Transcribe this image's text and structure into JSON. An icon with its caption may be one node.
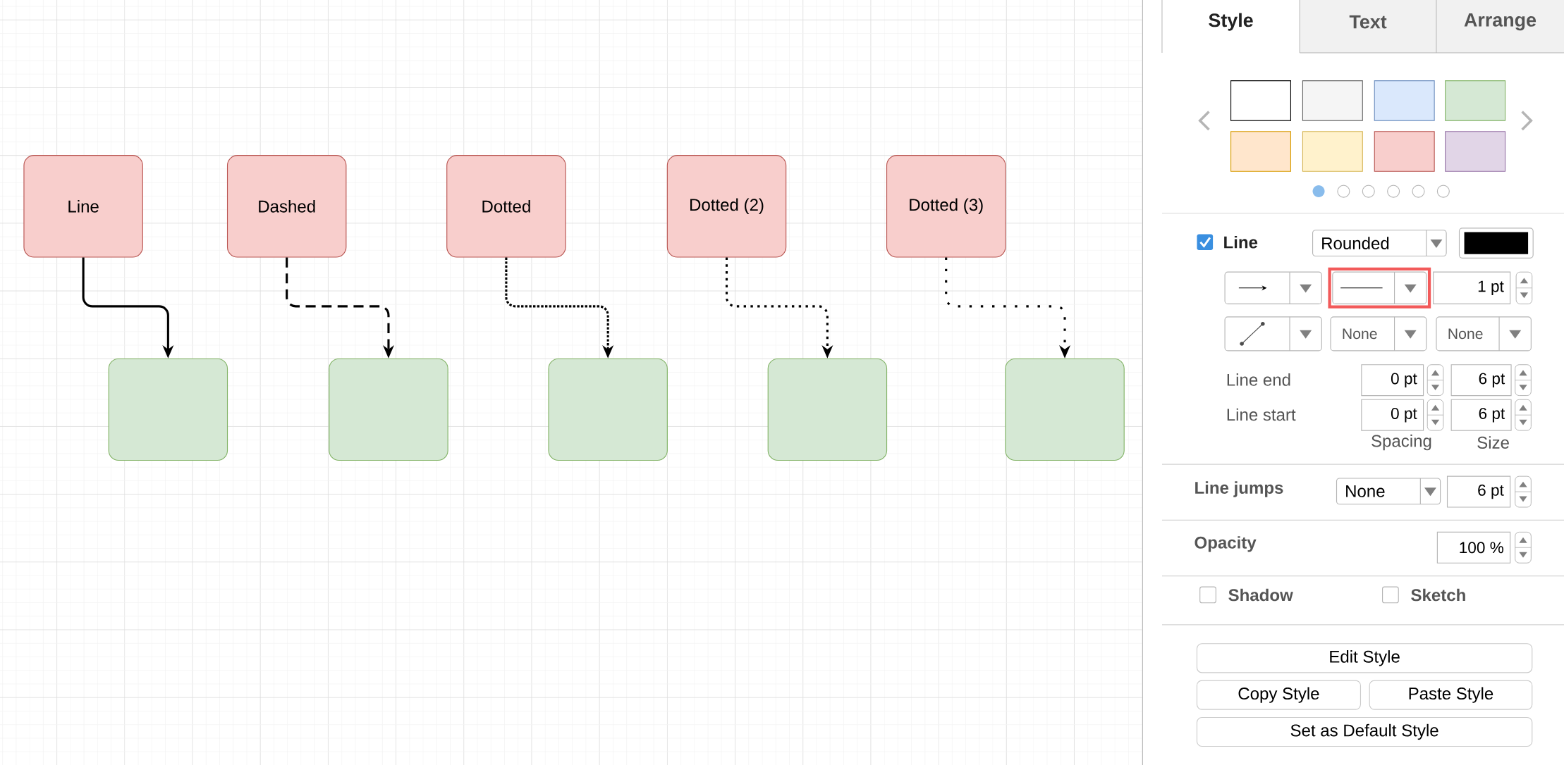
{
  "diagram": {
    "nodes": [
      {
        "text": [
          "Line"
        ]
      },
      {
        "text": [
          "Dashed"
        ]
      },
      {
        "text": [
          "Dotted"
        ]
      },
      {
        "text": [
          "Dotted (2)"
        ]
      },
      {
        "text": [
          "Dotted (3)"
        ]
      },
      {
        "text": [],
        "shape": "box"
      },
      {
        "text": [],
        "shape": "box"
      },
      {
        "text": [],
        "shape": "box"
      },
      {
        "text": [],
        "shape": "box"
      },
      {
        "text": [],
        "shape": "box"
      }
    ],
    "edges": [
      {
        "from": 0,
        "to": 5,
        "arrow": "to"
      },
      {
        "from": 1,
        "to": 6,
        "arrow": "to",
        "style": "dashed"
      },
      {
        "from": 2,
        "to": 7,
        "arrow": "to",
        "style": "dashed"
      },
      {
        "from": 3,
        "to": 8,
        "arrow": "to",
        "style": "dashed"
      },
      {
        "from": 4,
        "to": 9,
        "arrow": "to",
        "style": "dashed"
      }
    ],
    "labels": [
      "Style",
      "Text",
      "Arrange",
      "Line",
      "Rounded",
      "1 pt",
      "None",
      "None",
      "Line end",
      "0 pt",
      "6 pt",
      "Line start",
      "0 pt",
      "6 pt",
      "Spacing",
      "Size",
      "Line jumps",
      "None",
      "6 pt",
      "Opacity",
      "100 %",
      "Shadow",
      "Sketch",
      "Edit Style",
      "Copy Style",
      "Paste Style",
      "Set as Default Style"
    ]
  }
}
